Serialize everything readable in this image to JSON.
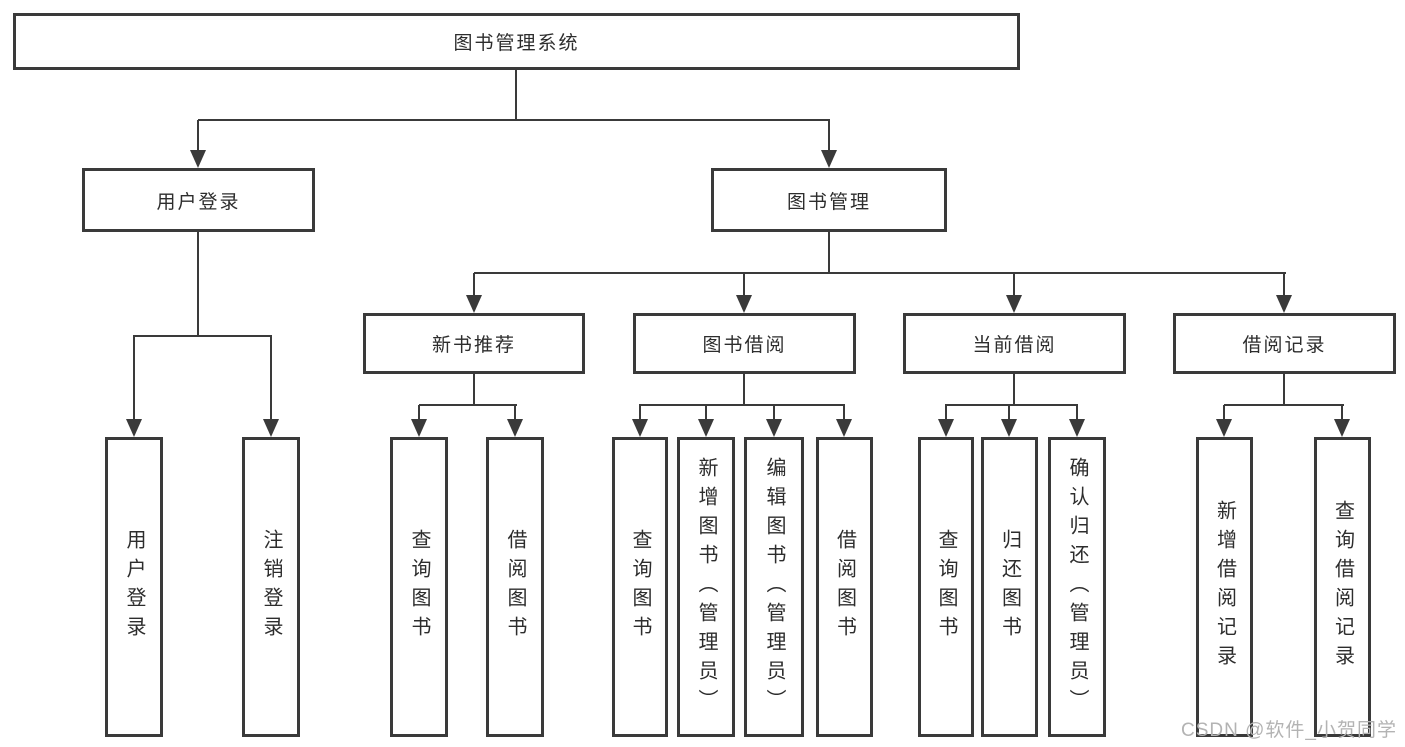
{
  "diagram_type": "hierarchy-tree",
  "colors": {
    "background": "#ffffff",
    "line": "#3a3a3a",
    "box_border": "#3a3a3a",
    "text": "#2d2d2d",
    "watermark": "#b3b3b3"
  },
  "tree": {
    "label": "图书管理系统",
    "children": [
      {
        "label": "用户登录",
        "children": [
          {
            "label": "用户登录"
          },
          {
            "label": "注销登录"
          }
        ]
      },
      {
        "label": "图书管理",
        "children": [
          {
            "label": "新书推荐",
            "children": [
              {
                "label": "查询图书"
              },
              {
                "label": "借阅图书"
              }
            ]
          },
          {
            "label": "图书借阅",
            "children": [
              {
                "label": "查询图书"
              },
              {
                "label": "新增图书（管理员）"
              },
              {
                "label": "编辑图书（管理员）"
              },
              {
                "label": "借阅图书"
              }
            ]
          },
          {
            "label": "当前借阅",
            "children": [
              {
                "label": "查询图书"
              },
              {
                "label": "归还图书"
              },
              {
                "label": "确认归还（管理员）"
              }
            ]
          },
          {
            "label": "借阅记录",
            "children": [
              {
                "label": "新增借阅记录"
              },
              {
                "label": "查询借阅记录"
              }
            ]
          }
        ]
      }
    ]
  },
  "watermark": {
    "text": "CSDN @软件_小贺同学"
  }
}
